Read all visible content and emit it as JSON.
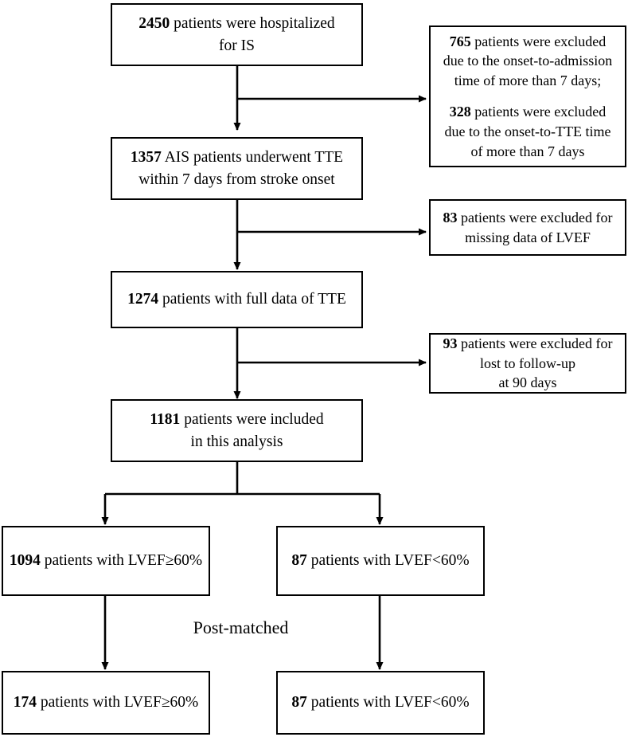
{
  "figure": {
    "type": "flowchart",
    "title": "Patient selection flow diagram",
    "background": "#ffffff",
    "stroke_color": "#000000"
  },
  "main_boxes": [
    {
      "id": "hospitalized",
      "lines": [
        {
          "bold": "2450",
          "rest": " patients were hospitalized"
        },
        {
          "bold": "",
          "rest": "for IS"
        }
      ]
    },
    {
      "id": "tte-within-7-days",
      "lines": [
        {
          "bold": "1357",
          "rest": " AIS patients underwent TTE"
        },
        {
          "bold": "",
          "rest": "within 7 days from stroke onset"
        }
      ]
    },
    {
      "id": "full-data-tte",
      "lines": [
        {
          "bold": "1274",
          "rest": " patients with full data of TTE"
        }
      ]
    },
    {
      "id": "included-in-analysis",
      "lines": [
        {
          "bold": "1181",
          "rest": " patients were included"
        },
        {
          "bold": "",
          "rest": "in this analysis"
        }
      ]
    }
  ],
  "exclusion_boxes": [
    {
      "id": "excluded-onset-time",
      "lines": [
        {
          "bold": "765",
          "rest": " patients were excluded"
        },
        {
          "bold": "",
          "rest": "due to the onset-to-admission"
        },
        {
          "bold": "",
          "rest": "time of more than 7 days;"
        },
        {
          "bold": "",
          "rest": "__GAP__"
        },
        {
          "bold": "328",
          "rest": " patients were excluded"
        },
        {
          "bold": "",
          "rest": "due to the onset-to-TTE time"
        },
        {
          "bold": "",
          "rest": "of more than 7 days"
        }
      ]
    },
    {
      "id": "excluded-missing-lvef",
      "lines": [
        {
          "bold": "83",
          "rest": " patients were excluded for"
        },
        {
          "bold": "",
          "rest": "missing data of LVEF"
        }
      ]
    },
    {
      "id": "excluded-lost-followup",
      "lines": [
        {
          "bold": "93",
          "rest": " patients were excluded for"
        },
        {
          "bold": "",
          "rest": "lost to follow-up"
        },
        {
          "bold": "",
          "rest": "at 90 days"
        }
      ]
    }
  ],
  "branch_boxes": [
    {
      "id": "pre-lvef-high",
      "lines": [
        {
          "bold": "1094",
          "rest": " patients with LVEF≥60%"
        }
      ]
    },
    {
      "id": "pre-lvef-low",
      "lines": [
        {
          "bold": "87",
          "rest": " patients with LVEF<60%"
        }
      ]
    },
    {
      "id": "post-lvef-high",
      "lines": [
        {
          "bold": "174",
          "rest": " patients with LVEF≥60%"
        }
      ]
    },
    {
      "id": "post-lvef-low",
      "lines": [
        {
          "bold": "87",
          "rest": " patients with LVEF<60%"
        }
      ]
    }
  ],
  "labels": {
    "post_matched": "Post-matched"
  }
}
